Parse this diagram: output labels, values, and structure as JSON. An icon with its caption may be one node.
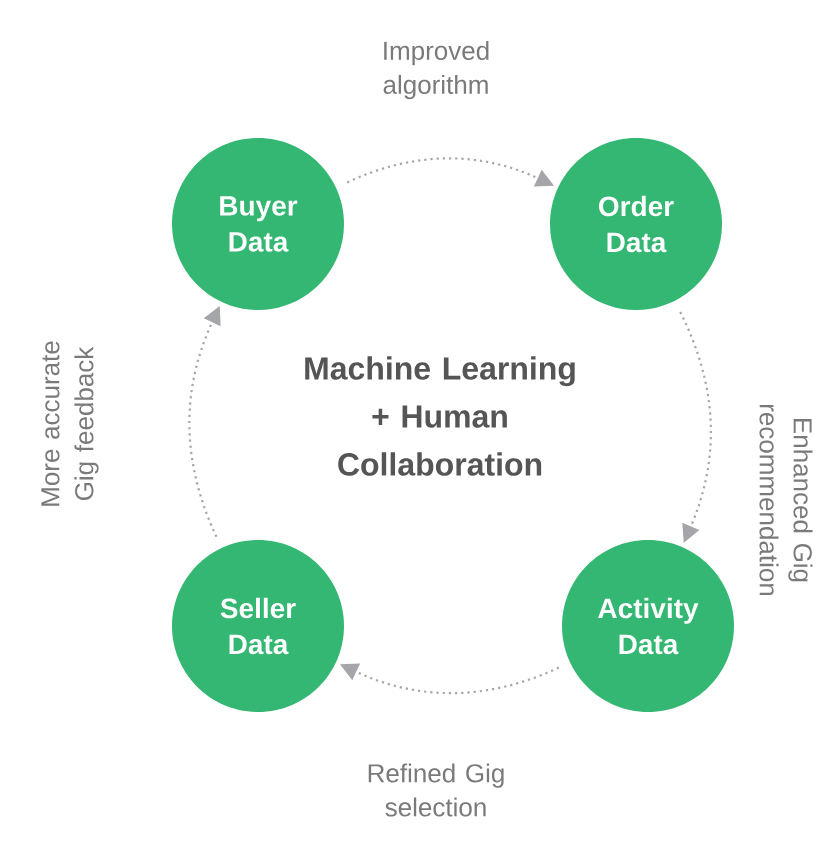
{
  "diagram": {
    "nodes": [
      {
        "text": [
          "Buyer Data"
        ]
      },
      {
        "text": [
          "Order Data"
        ]
      },
      {
        "text": [
          "Seller Data"
        ]
      },
      {
        "text": [
          "Activity Data"
        ]
      }
    ],
    "edges": [
      {
        "from": 0,
        "to": 1,
        "arrow": "to",
        "label": "Improved algorithm"
      },
      {
        "from": 1,
        "to": 3,
        "arrow": "to",
        "label": "Enhanced Gig recommendation"
      },
      {
        "from": 3,
        "to": 2,
        "arrow": "to",
        "label": "Refined Gig selection"
      },
      {
        "from": 2,
        "to": 0,
        "arrow": "to",
        "label": "More accurate Gig feedback"
      }
    ],
    "labels": [
      "Machine Learning + Human Collaboration"
    ]
  }
}
